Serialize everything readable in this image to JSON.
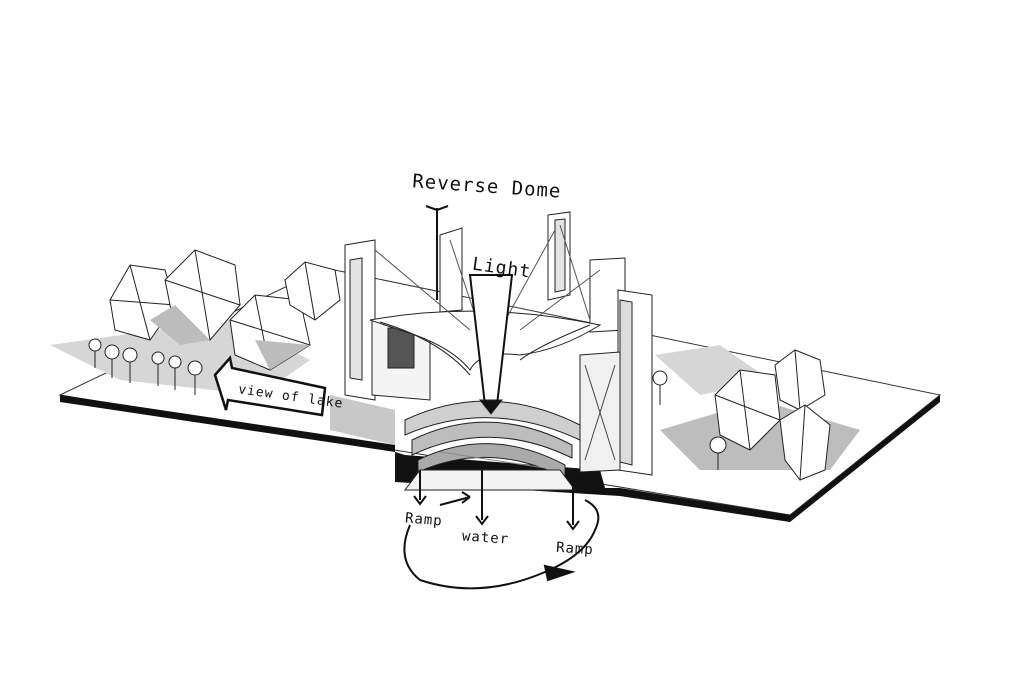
{
  "labels": {
    "reverse_dome": "Reverse Dome",
    "light": "Light",
    "view_of_lake": "view of lake",
    "ramp_left": "Ramp",
    "water": "water",
    "ramp_right": "Ramp"
  },
  "colors": {
    "ink": "#111111",
    "shadow": "#b9b9b9",
    "light_shadow": "#d6d6d6",
    "paper": "#ffffff"
  }
}
